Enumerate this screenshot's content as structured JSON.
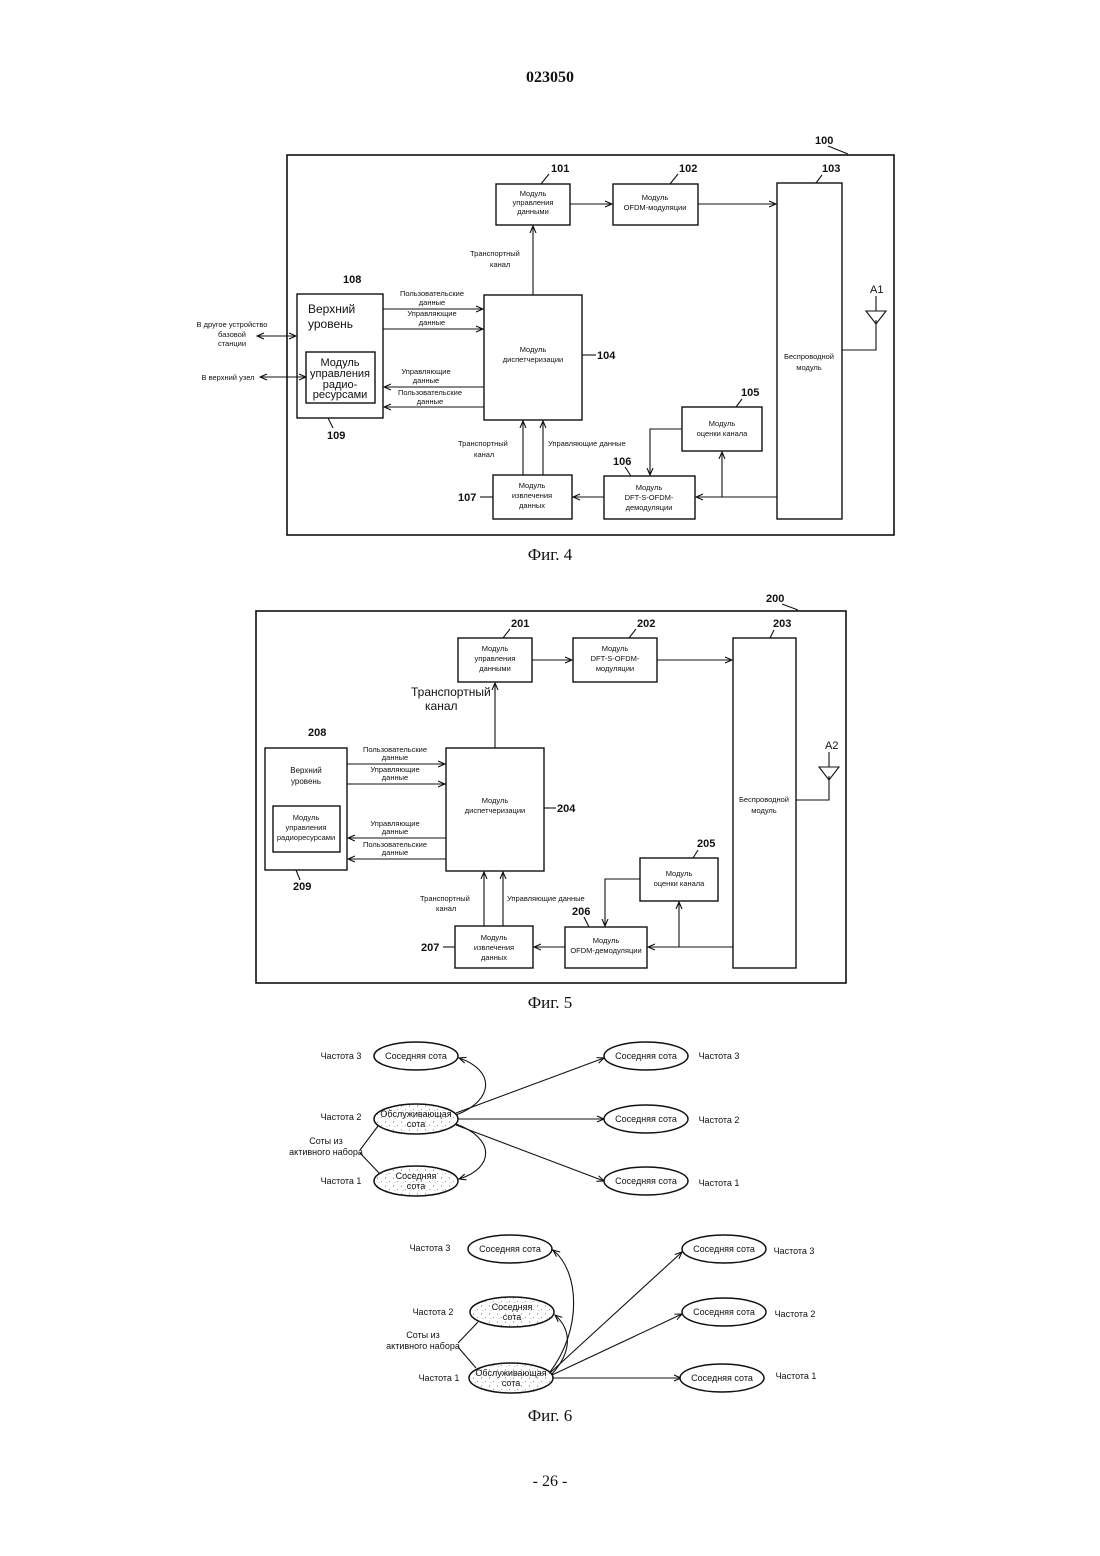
{
  "header": {
    "doc_number": "023050"
  },
  "footer": {
    "page_number": "- 26 -"
  },
  "fig4": {
    "caption": "Фиг. 4",
    "frame_ref": "100",
    "data_ctrl": {
      "ref": "101",
      "l1": "Модуль",
      "l2": "управления",
      "l3": "данными"
    },
    "ofdm_mod": {
      "ref": "102",
      "l1": "Модуль",
      "l2": "OFDM-модуляции"
    },
    "radio": {
      "ref": "103",
      "l1": "Беспроводной",
      "l2": "модуль"
    },
    "scheduler": {
      "ref": "104",
      "l1": "Модуль",
      "l2": "диспетчеризации"
    },
    "channel_est": {
      "ref": "105",
      "l1": "Модуль",
      "l2": "оценки канала"
    },
    "demod": {
      "ref": "106",
      "l1": "Модуль",
      "l2": "DFT-S-OFDM-",
      "l3": "демодуляции"
    },
    "extract": {
      "ref": "107",
      "l1": "Модуль",
      "l2": "извлечения",
      "l3": "данных"
    },
    "upper": {
      "ref": "108",
      "l1": "Верхний",
      "l2": "уровень"
    },
    "rrc": {
      "ref": "109",
      "l1": "Модуль",
      "l2": "управления",
      "l3": "радио-",
      "l4": "ресурсами"
    },
    "antenna": "A1",
    "transport_top": {
      "l1": "Транспортный",
      "l2": "канал"
    },
    "transport_bottom": {
      "l1": "Транспортный",
      "l2": "канал"
    },
    "ctrl_bottom": "Управляющие данные",
    "sig_user_in": {
      "l1": "Пользовательские",
      "l2": "данные"
    },
    "sig_ctrl_in": {
      "l1": "Управляющие",
      "l2": "данные"
    },
    "sig_ctrl_out": {
      "l1": "Управляющие",
      "l2": "данные"
    },
    "sig_user_out": {
      "l1": "Пользовательские",
      "l2": "данные"
    },
    "ext_bs": {
      "l1": "В другое устройство",
      "l2": "базовой",
      "l3": "станции"
    },
    "ext_node": "В верхний узел"
  },
  "fig5": {
    "caption": "Фиг. 5",
    "frame_ref": "200",
    "data_ctrl": {
      "ref": "201",
      "l1": "Модуль",
      "l2": "управления",
      "l3": "данными"
    },
    "mod": {
      "ref": "202",
      "l1": "Модуль",
      "l2": "DFT-S-OFDM-",
      "l3": "модуляции"
    },
    "radio": {
      "ref": "203",
      "l1": "Беспроводной",
      "l2": "модуль"
    },
    "scheduler": {
      "ref": "204",
      "l1": "Модуль",
      "l2": "диспетчеризации"
    },
    "channel_est": {
      "ref": "205",
      "l1": "Модуль",
      "l2": "оценки канала"
    },
    "demod": {
      "ref": "206",
      "l1": "Модуль",
      "l2": "OFDM-демодуляции"
    },
    "extract": {
      "ref": "207",
      "l1": "Модуль",
      "l2": "извлечения",
      "l3": "данных"
    },
    "upper": {
      "ref": "208",
      "l1": "Верхний",
      "l2": "уровень"
    },
    "rrc": {
      "ref": "209",
      "l1": "Модуль",
      "l2": "управления",
      "l3": "радиоресурсами"
    },
    "antenna": "A2",
    "transport_top": {
      "l1": "Транспортный",
      "l2": "канал"
    },
    "transport_bottom": {
      "l1": "Транспортный",
      "l2": "канал"
    },
    "ctrl_bottom": "Управляющие данные",
    "sig_user_in": {
      "l1": "Пользовательские",
      "l2": "данные"
    },
    "sig_ctrl_in": {
      "l1": "Управляющие",
      "l2": "данные"
    },
    "sig_ctrl_out": {
      "l1": "Управляющие",
      "l2": "данные"
    },
    "sig_user_out": {
      "l1": "Пользовательские",
      "l2": "данные"
    }
  },
  "fig6": {
    "caption": "Фиг. 6",
    "top": {
      "left_freq3": "Частота 3",
      "left_freq2": "Частота 2",
      "left_freq1": "Частота 1",
      "left_cell3": "Соседняя сота",
      "serving": {
        "l1": "Обслуживающая",
        "l2": "сота"
      },
      "left_cell1": {
        "l1": "Соседняя",
        "l2": "сота"
      },
      "active_set": {
        "l1": "Соты из",
        "l2": "активного набора"
      },
      "right_cell3": "Соседняя сота",
      "right_cell2": "Соседняя сота",
      "right_cell1": "Соседняя сота",
      "right_freq3": "Частота 3",
      "right_freq2": "Частота 2",
      "right_freq1": "Частота 1"
    },
    "bottom": {
      "left_freq3": "Частота 3",
      "left_freq2": "Частота 2",
      "left_freq1": "Частота 1",
      "left_cell3": "Соседняя сота",
      "left_cell2": {
        "l1": "Соседняя",
        "l2": "сота"
      },
      "serving": {
        "l1": "Обслуживающая",
        "l2": "сота"
      },
      "active_set": {
        "l1": "Соты из",
        "l2": "активного набора"
      },
      "right_cell3": "Соседняя сота",
      "right_cell2": "Соседняя сота",
      "right_cell1": "Соседняя сота",
      "right_freq3": "Частота 3",
      "right_freq2": "Частота 2",
      "right_freq1": "Частота 1"
    }
  }
}
